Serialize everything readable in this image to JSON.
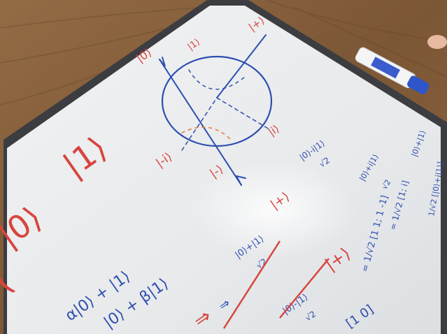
{
  "photo": {
    "subject": "whiteboard-with-handwritten-notes",
    "colors": {
      "table_wood": "#8a633f",
      "table_wood_dark": "#6b4a2e",
      "frame": "#3a3c3f",
      "board": "#eceef0",
      "board_shadow": "#d7dadc",
      "ink_red": "#d8453e",
      "ink_blue": "#2e4fb0",
      "marker_body": "#f4f4f6",
      "marker_cap": "#2f56c8"
    }
  },
  "board": {
    "red_labels": {
      "top_left_ket": "|0⟩",
      "top_ket": "|1⟩",
      "top_right_ket": "|+⟩",
      "right_ket": "|i⟩",
      "left_ket": "|-i⟩",
      "bottom_ket": "|-⟩",
      "big_one": "|1⟩",
      "big_zero": "|0⟩",
      "big_open": "(",
      "mid_ket": "|+⟩",
      "plus_ket": "|+⟩",
      "bottom_left_arrow": "⇒"
    },
    "blue_text": {
      "frac_top": "|0⟩-i|1⟩",
      "frac_top_den": "√2",
      "frac_mid_num": "|0⟩+|1⟩",
      "frac_mid_den": "√2",
      "line_alpha": "α|0⟩ + |1⟩",
      "line_beta": "|0⟩ + β|1⟩",
      "frac_bottom_num": "|0⟩-|1⟩",
      "frac_bottom_den": "√2",
      "bottom_vec": "[1 0]",
      "mat_eq": "= 1/√2 [1 1; 1 -1]",
      "right_col_1": "|0⟩+i|1⟩",
      "right_col_1_den": "√2",
      "right_col_2": "= 1/√2 [1; i]",
      "right_col_3": "|0⟩+|1⟩",
      "right_col_4": "1/√2 [|0⟩+i|1⟩]",
      "arrow": "⇒"
    }
  }
}
